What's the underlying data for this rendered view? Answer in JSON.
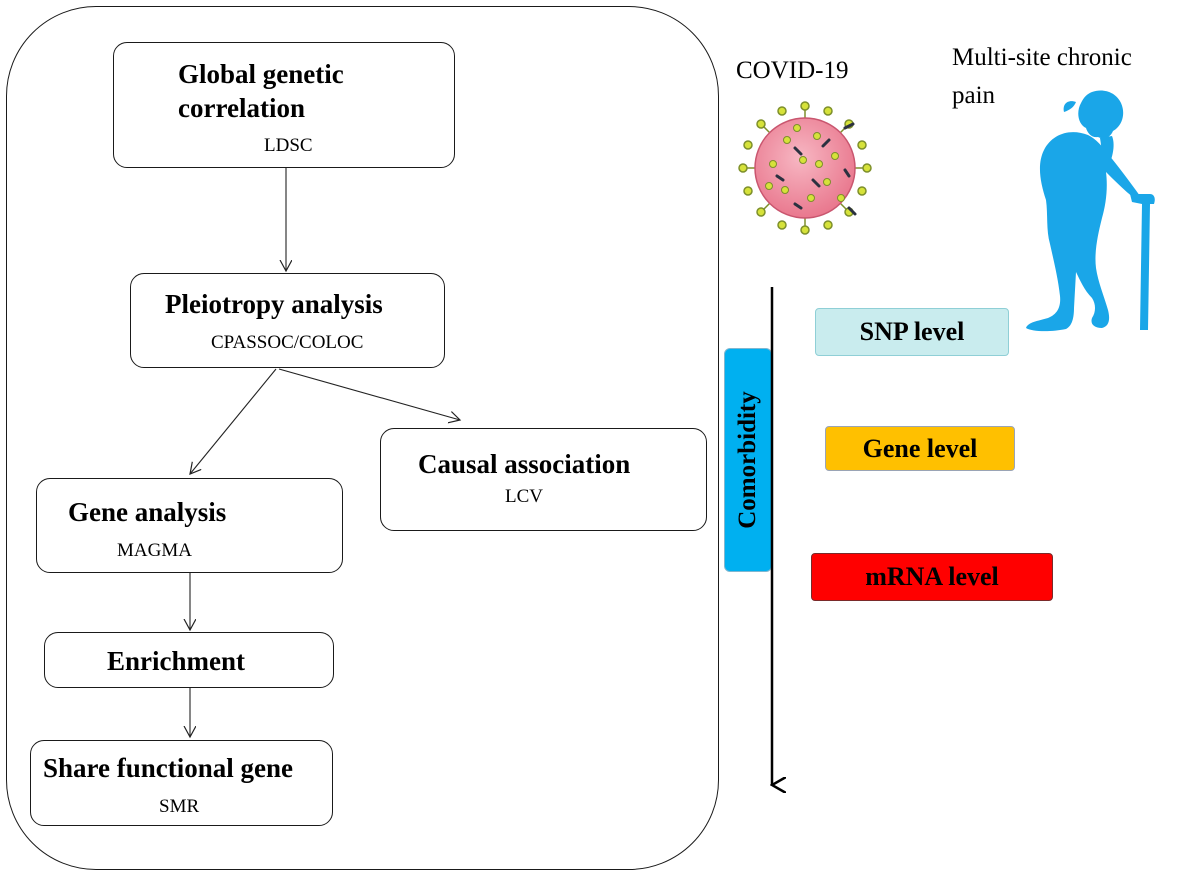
{
  "flowchart": {
    "steps": [
      {
        "title_line1": "Global genetic",
        "title_line2": "correlation",
        "method": "LDSC"
      },
      {
        "title": "Pleiotropy analysis",
        "method": "CPASSOC/COLOC"
      },
      {
        "title": "Causal association",
        "method": "LCV"
      },
      {
        "title": "Gene analysis",
        "method": "MAGMA"
      },
      {
        "title": "Enrichment"
      },
      {
        "title": "Share functional gene",
        "method": "SMR"
      }
    ]
  },
  "conditions": {
    "covid": "COVID-19",
    "pain_line1": "Multi-site chronic",
    "pain_line2": "pain"
  },
  "comorbidity": {
    "label": "Comorbidity",
    "levels": [
      {
        "label": "SNP level",
        "color": "#c9ecee"
      },
      {
        "label": "Gene level",
        "color": "#ffc000"
      },
      {
        "label": "mRNA level",
        "color": "#ff0000"
      }
    ],
    "bar_color": "#00b0f0"
  },
  "icons": {
    "virus": "coronavirus-icon",
    "person": "elderly-person-with-cane-icon"
  }
}
